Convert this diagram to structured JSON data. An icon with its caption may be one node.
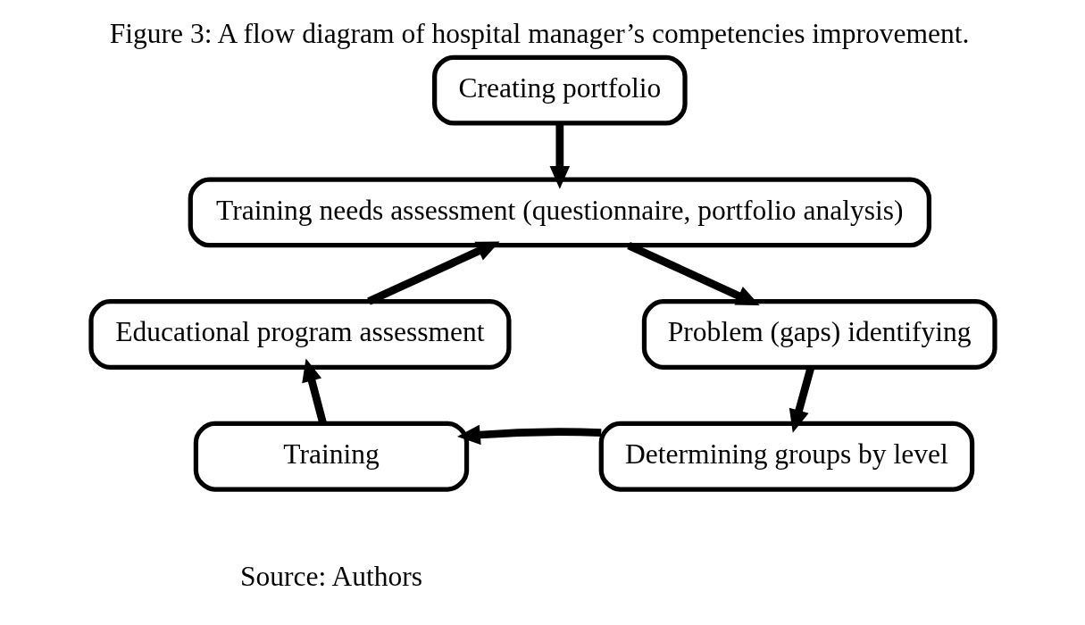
{
  "diagram": {
    "title": "Figure 3: A flow diagram of hospital manager’s competencies improvement.",
    "caption": "Source: Authors",
    "nodes": [
      {
        "text": [
          "Creating portfolio"
        ]
      },
      {
        "text": [
          "Training needs assessment (questionnaire, portfolio analysis)"
        ]
      },
      {
        "text": [
          "Problem (gaps) identifying"
        ]
      },
      {
        "text": [
          "Determining groups by level"
        ]
      },
      {
        "text": [
          "Training"
        ]
      },
      {
        "text": [
          "Educational program assessment"
        ]
      }
    ],
    "edges": [
      {
        "from": 0,
        "to": 1,
        "arrow": "to"
      },
      {
        "from": 1,
        "to": 2,
        "arrow": "to"
      },
      {
        "from": 2,
        "to": 3,
        "arrow": "to"
      },
      {
        "from": 3,
        "to": 4,
        "arrow": "to"
      },
      {
        "from": 4,
        "to": 5,
        "arrow": "to"
      },
      {
        "from": 5,
        "to": 1,
        "arrow": "to"
      }
    ]
  }
}
